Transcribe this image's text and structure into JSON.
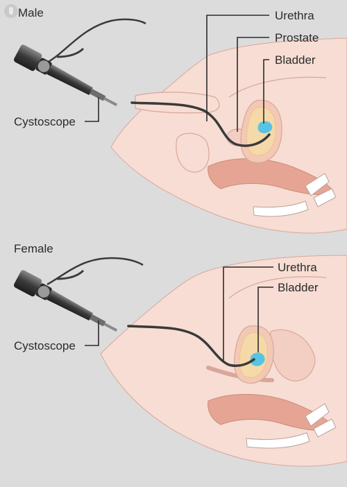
{
  "male": {
    "title": "Male",
    "labels": {
      "urethra": "Urethra",
      "prostate": "Prostate",
      "bladder": "Bladder",
      "cystoscope": "Cystoscope"
    }
  },
  "female": {
    "title": "Female",
    "labels": {
      "urethra": "Urethra",
      "bladder": "Bladder",
      "cystoscope": "Cystoscope"
    }
  },
  "colors": {
    "background": "#dcdcdc",
    "skin": "#f7ddd3",
    "skin_outline": "#d8a79a",
    "organ": "#e6a594",
    "bladder": "#f6d9a8",
    "bladder_liquid": "#59c3e3",
    "bone": "#ffffff",
    "scope": "#3a3a3a",
    "leader_line": "#2b2b2b"
  }
}
